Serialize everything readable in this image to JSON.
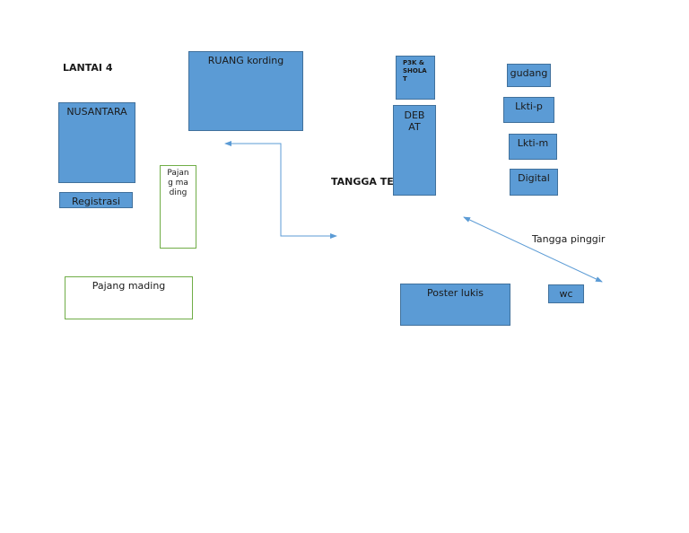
{
  "floor_label": "LANTAI 4",
  "rooms": {
    "nusantara": "NUSANTARA",
    "registrasi": "Registrasi",
    "ruang_kording": "RUANG kording",
    "p3k_sholat": "P3K & SHOLAT",
    "debat": "DEBAT",
    "gudang": "gudang",
    "lkti_p": "Lkti-p",
    "lkti_m": "Lkti-m",
    "digital": "Digital",
    "poster_lukis": "Poster lukis",
    "wc": "wc"
  },
  "boards": {
    "pajang_mading_vertical": "Pajang mading",
    "pajang_mading_horizontal": "Pajang mading"
  },
  "labels": {
    "tangga_tengah": "TANGGA TE",
    "tangga_pinggir": "Tangga pinggir"
  },
  "colors": {
    "room_fill": "#5b9bd5",
    "room_border": "#41719c",
    "board_border": "#70ad47",
    "arrow": "#5b9bd5"
  }
}
